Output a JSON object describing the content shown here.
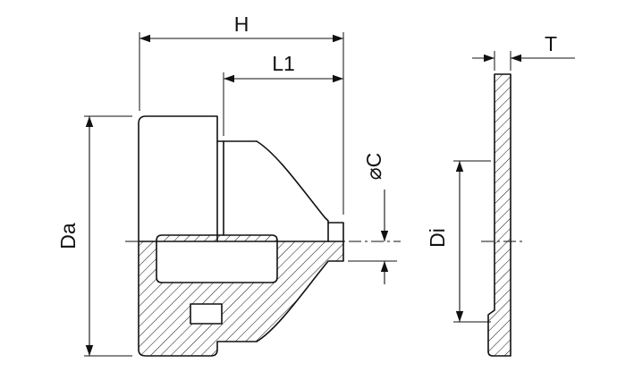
{
  "drawing": {
    "kind": "technical-section-drawing",
    "labels": {
      "h": "H",
      "l1": "L1",
      "da": "Da",
      "c": "⌀C",
      "di": "Di",
      "t": "T"
    },
    "colors": {
      "line": "#111111",
      "background": "#ffffff"
    }
  }
}
